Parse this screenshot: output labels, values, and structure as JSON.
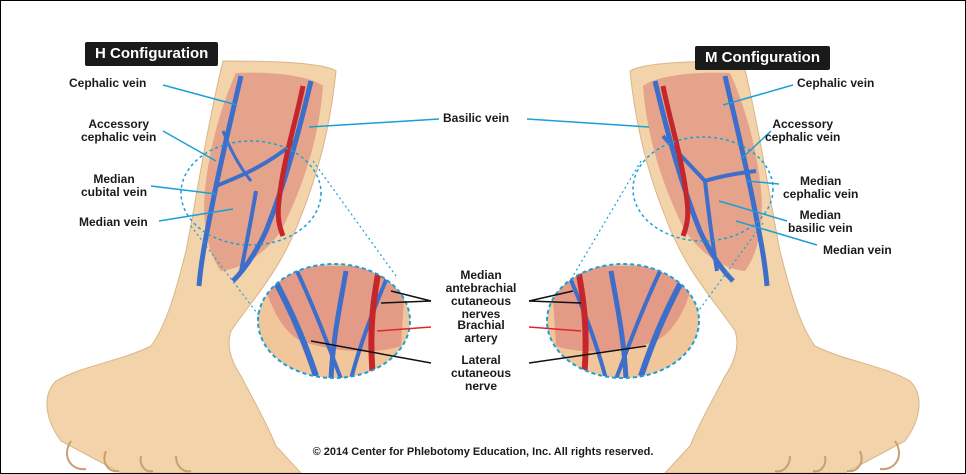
{
  "titles": {
    "left": "H Configuration",
    "right": "M Configuration"
  },
  "left_labels": {
    "cephalic": "Cephalic vein",
    "accessory_cephalic": "Accessory\ncephalic vein",
    "median_cubital": "Median\ncubital vein",
    "median": "Median vein"
  },
  "center_labels": {
    "basilic": "Basilic vein",
    "median_antebrachial": "Median\nantebrachial\ncutaneous\nnerves",
    "brachial_artery": "Brachial\nartery",
    "lateral_cutaneous": "Lateral\ncutaneous\nnerve"
  },
  "right_labels": {
    "cephalic": "Cephalic vein",
    "accessory_cephalic": "Accessory\ncephalic vein",
    "median_cephalic": "Median\ncephalic vein",
    "median_basilic": "Median\nbasilic vein",
    "median": "Median vein"
  },
  "copyright": "© 2014 Center for Phlebotomy Education, Inc. All rights reserved.",
  "colors": {
    "skin": "#f3d3a9",
    "muscle": "#e39a86",
    "vein": "#3d6ec9",
    "artery": "#c4262b",
    "leader_blue": "#1aa0d6",
    "leader_red": "#e0262b",
    "leader_black": "#111111",
    "badge": "#1a1a1a"
  }
}
